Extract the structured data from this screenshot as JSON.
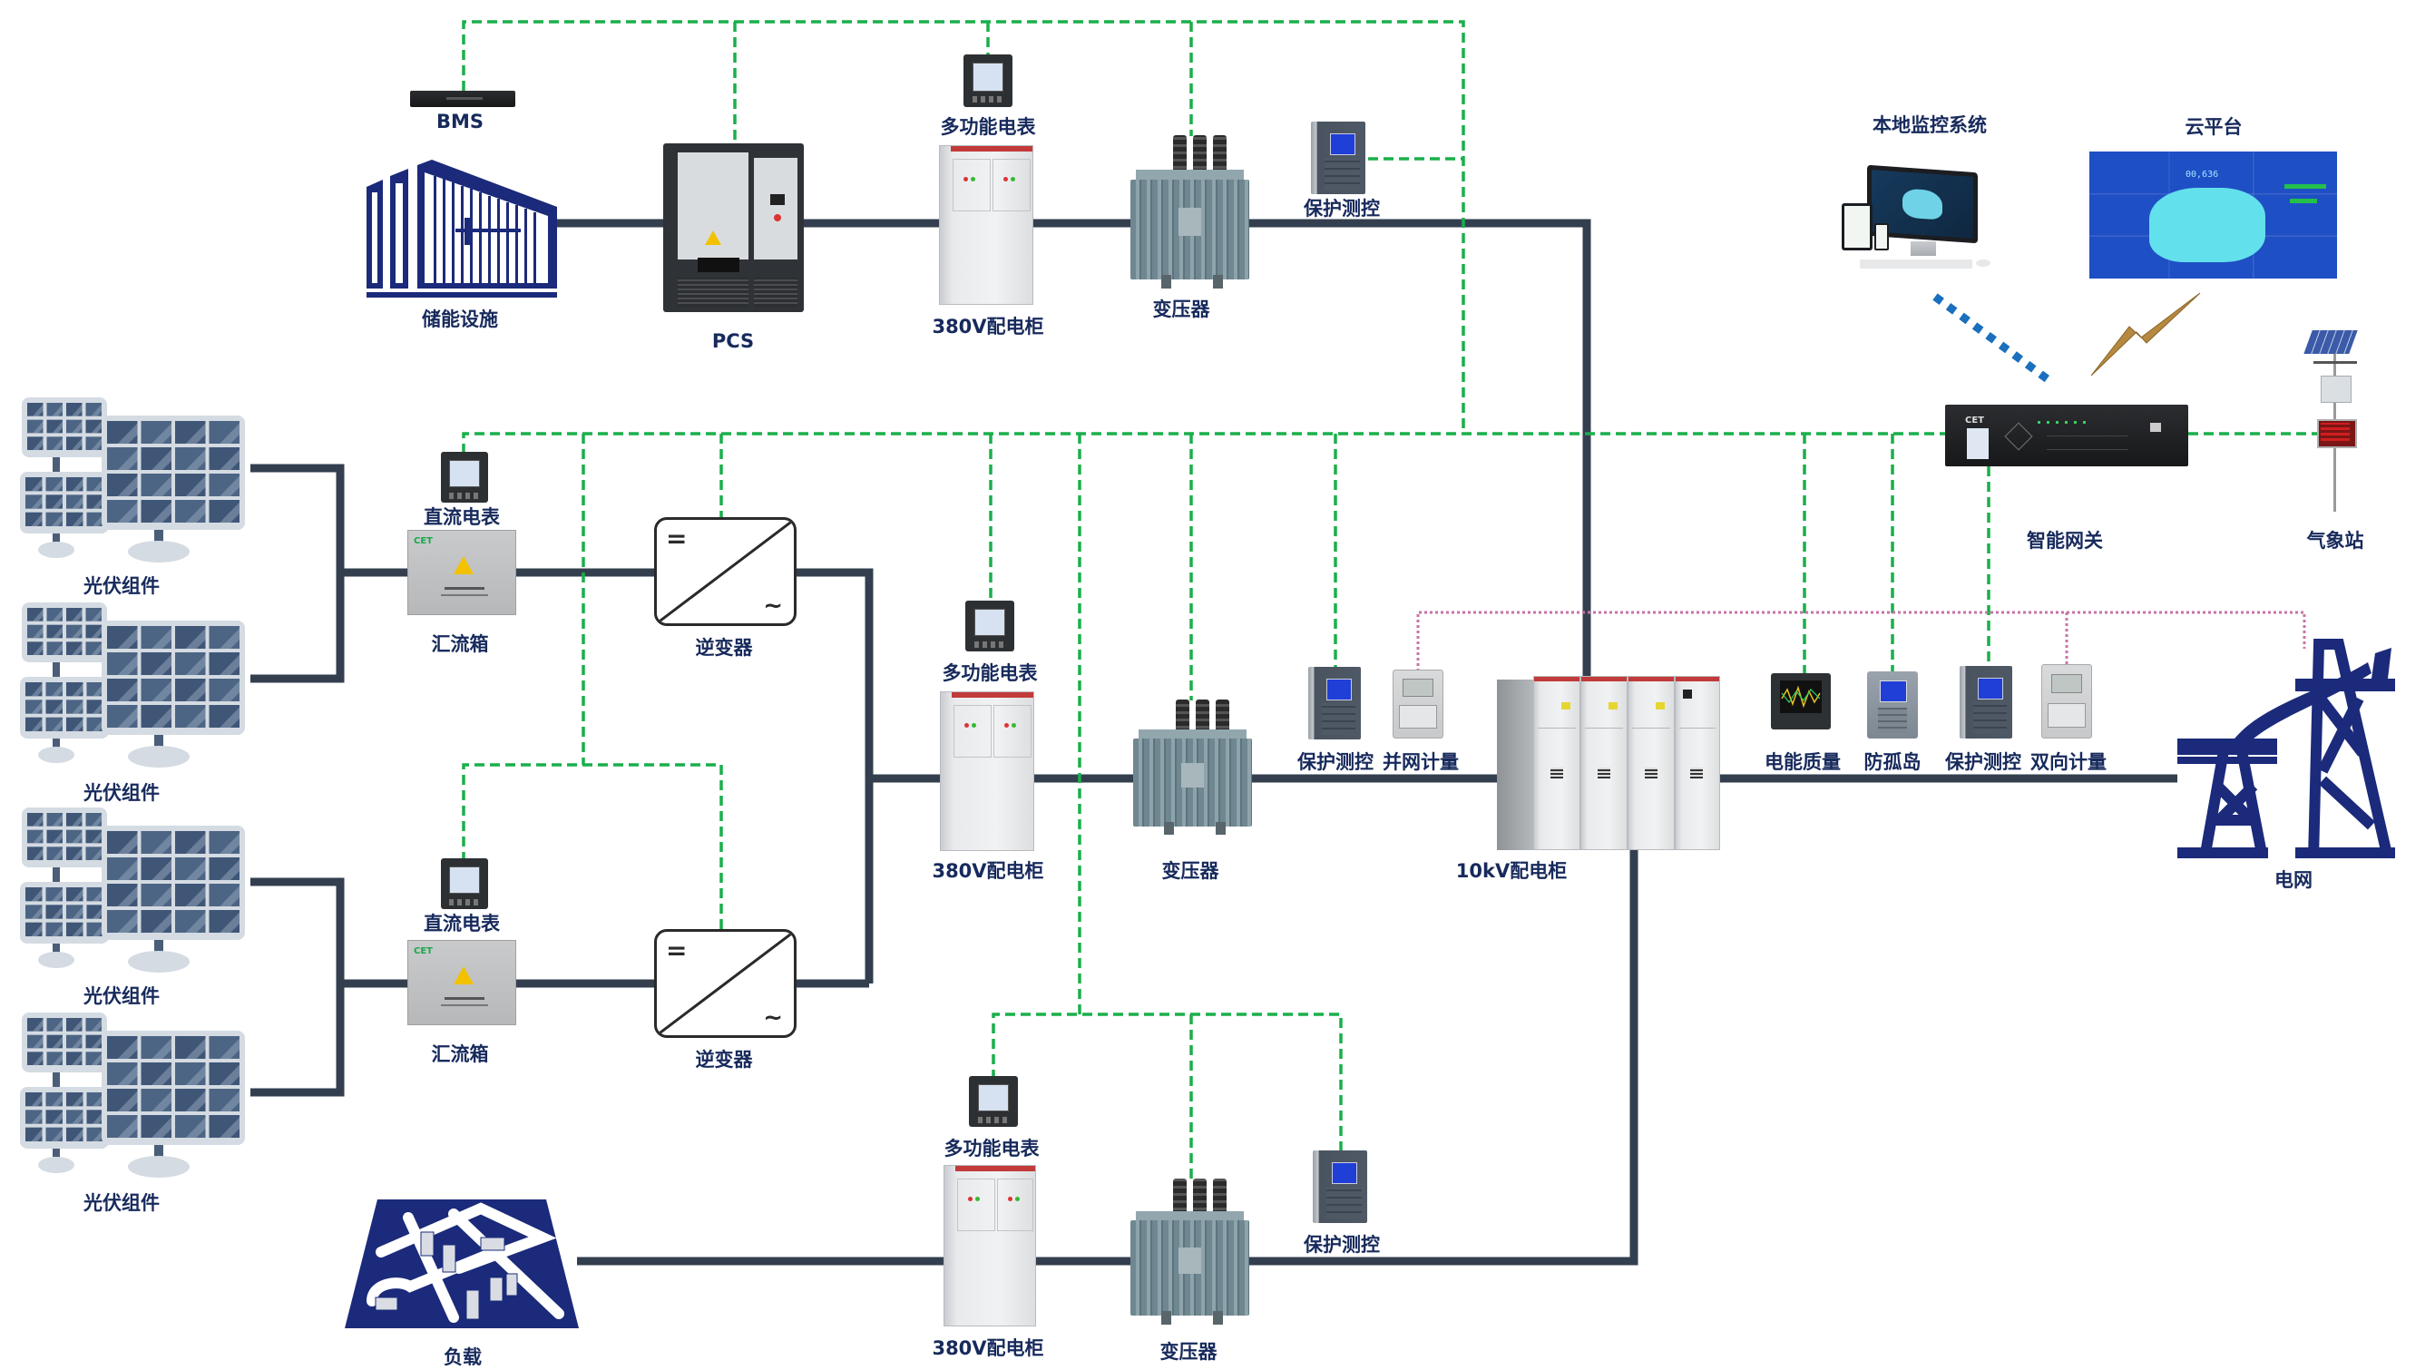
{
  "diagram": {
    "title": "储能光伏微电网监控系统结构图",
    "colors": {
      "label_text": "#172a5c",
      "power_line": "#333f4f",
      "comm_line": "#1aaf4b",
      "metering_line": "#c774a8",
      "local_link": "#1a6fbe",
      "wireless_link": "#b5893f",
      "icon_navy": "#1b2a7a"
    },
    "legend_semantics": {
      "solid_dark": "power line",
      "dashed_green": "communication bus",
      "dotted_pink": "metering signal",
      "dotted_blue": "local network",
      "zigzag": "wireless"
    }
  },
  "storage_branch": {
    "bms": "BMS",
    "storage": "储能设施",
    "pcs": "PCS",
    "meter": "多功能电表",
    "cabinet": "380V配电柜",
    "transformer": "变压器",
    "protection": "保护测控"
  },
  "pv_branch_a": {
    "pv_upper": "光伏组件",
    "pv_lower": "光伏组件",
    "dc_meter": "直流电表",
    "combiner": "汇流箱",
    "inverter": "逆变器"
  },
  "pv_branch_b": {
    "pv_upper": "光伏组件",
    "pv_lower": "光伏组件",
    "dc_meter": "直流电表",
    "combiner": "汇流箱",
    "inverter": "逆变器"
  },
  "pv_transform": {
    "meter": "多功能电表",
    "cabinet": "380V配电柜",
    "transformer": "变压器",
    "protection": "保护测控",
    "grid_meter": "并网计量"
  },
  "medium_voltage": {
    "cabinet": "10kV配电柜"
  },
  "grid_side": {
    "power_quality": "电能质量",
    "anti_islanding": "防孤岛",
    "protection": "保护测控",
    "bidirectional_meter": "双向计量",
    "grid": "电网"
  },
  "load_branch": {
    "load": "负载",
    "meter": "多功能电表",
    "cabinet": "380V配电柜",
    "transformer": "变压器",
    "protection": "保护测控"
  },
  "monitoring": {
    "local_system": "本地监控系统",
    "cloud": "云平台",
    "gateway": "智能网关",
    "weather_station": "气象站",
    "inverter_dc_symbol": "=",
    "inverter_ac_symbol": "~",
    "gateway_brand": "CET",
    "cloud_counter": "00,636"
  }
}
